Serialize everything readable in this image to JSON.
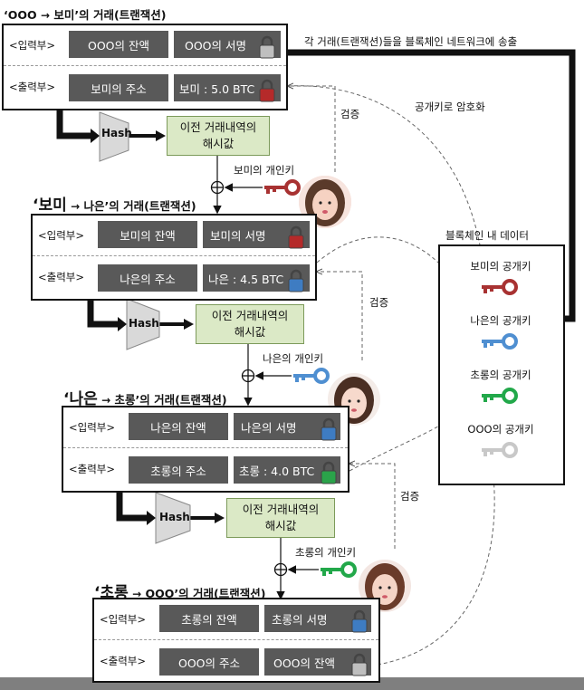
{
  "colors": {
    "gray_box": "#595959",
    "hash_box": "#dbe9c6",
    "lock_red": "#b52a2a",
    "lock_blue": "#3e7cc2",
    "lock_green": "#2aa34a",
    "lock_gray": "#bfbfbf",
    "key_red": "#a83232",
    "key_blue": "#4f8fd1",
    "key_green": "#22a84a",
    "key_gray": "#c8c8c8"
  },
  "tx1": {
    "title_from": "‘OOO",
    "title_to": "보미’의 거래(트랜잭션)",
    "input_label": "<입력부>",
    "output_label": "<출력부>",
    "input_balance": "OOO의 잔액",
    "input_signature": "OOO의 서명",
    "output_address": "보미의 주소",
    "output_amount": "보미 : 5.0 BTC"
  },
  "tx2": {
    "title_from": "‘보미",
    "title_to": "나은’의 거래(트랜잭션)",
    "input_label": "<입력부>",
    "output_label": "<출력부>",
    "input_balance": "보미의 잔액",
    "input_signature": "보미의 서명",
    "output_address": "나은의 주소",
    "output_amount": "나은 : 4.5 BTC"
  },
  "tx3": {
    "title_from": "‘나은",
    "title_to": "초롱’의 거래(트랜잭션)",
    "input_label": "<입력부>",
    "output_label": "<출력부>",
    "input_balance": "나은의 잔액",
    "input_signature": "나은의 서명",
    "output_address": "초롱의 주소",
    "output_amount": "초롱 : 4.0 BTC"
  },
  "tx4": {
    "title_from": "‘초롱",
    "title_to": "OOO’의 거래(트랜잭션)",
    "input_label": "<입력부>",
    "output_label": "<출력부>",
    "input_balance": "초롱의 잔액",
    "input_signature": "초롱의 서명",
    "output_address": "OOO의 주소",
    "output_amount": "OOO의 잔액"
  },
  "hash_label": "Hash",
  "prev_hash_line1": "이전 거래내역의",
  "prev_hash_line2": "해시값",
  "verify_label": "검증",
  "private_keys": {
    "bomi": "보미의 개인키",
    "naeun": "나은의 개인키",
    "chorong": "초롱의 개인키"
  },
  "broadcast_label": "각 거래(트랜잭션)들을 블록체인 네트워크에 송출",
  "encrypt_label": "공개키로 암호화",
  "ledger": {
    "title": "블록체인 내 데이터",
    "keys": [
      "보미의 공개키",
      "나은의 공개키",
      "초롱의 공개키",
      "OOO의 공개키"
    ]
  }
}
